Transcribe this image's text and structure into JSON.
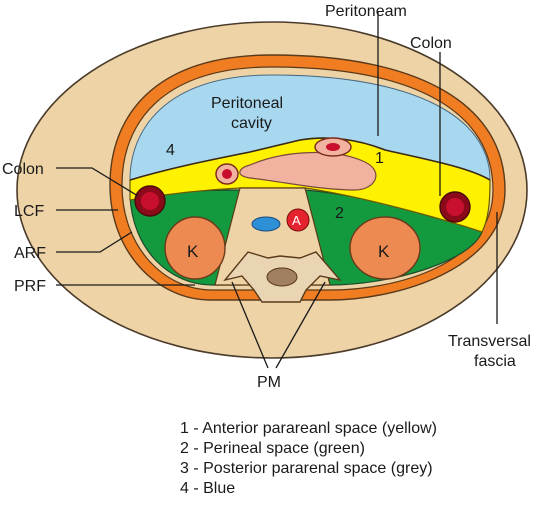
{
  "labels": {
    "peritoneam": "Peritoneam",
    "colon_right": "Colon",
    "colon_left": "Colon",
    "cavity_line1": "Peritoneal",
    "cavity_line2": "cavity",
    "lcf": "LCF",
    "arf": "ARF",
    "prf": "PRF",
    "pm": "PM",
    "transversal_line1": "Transversal",
    "transversal_line2": "fascia",
    "kidney_left": "K",
    "kidney_right": "K",
    "aorta": "A"
  },
  "numbers": {
    "n1": "1",
    "n2": "2",
    "n4": "4"
  },
  "legend": [
    "1 - Anterior parareanl space (yellow)",
    "2 - Perineal space (green)",
    "3 - Posterior pararenal space (grey)",
    "4 - Blue"
  ],
  "colors": {
    "outer_tissue": "#eed3a6",
    "orange_fascia": "#f07d22",
    "peritoneal_cavity": "#a8d8f0",
    "anterior_space": "#fff200",
    "perirenal_space": "#139a3f",
    "kidney": "#ec8a52",
    "colon": "#c8102e",
    "aorta": "#e4232e",
    "ivc": "#2d8fd6",
    "pancreas": "#f2b2a0",
    "spine": "#e9d5b3"
  }
}
